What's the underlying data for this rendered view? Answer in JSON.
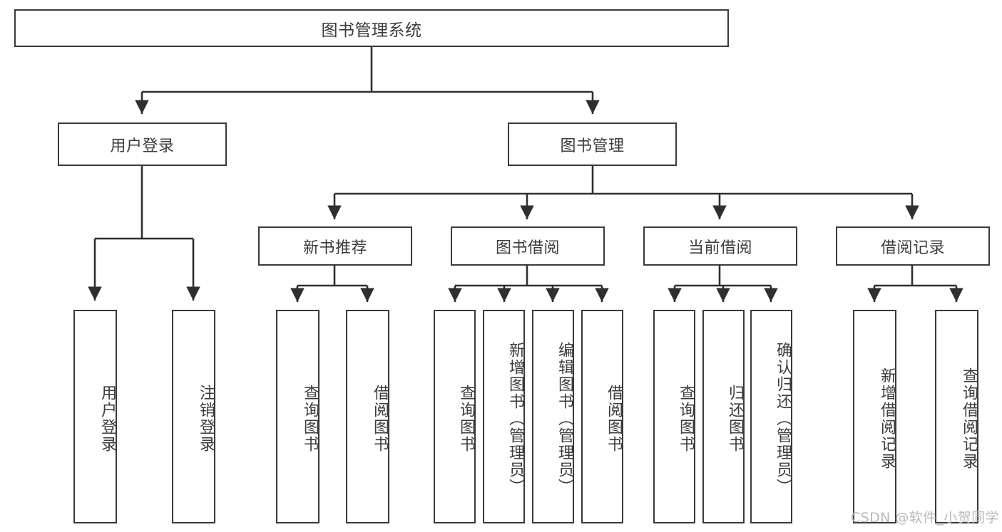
{
  "diagram": {
    "type": "tree",
    "title": "图书管理系统",
    "watermark": "CSDN @软件_小贺同学",
    "colors": {
      "box_border": "#3a3a3a",
      "box_fill": "#ffffff",
      "connector": "#2f2f2f",
      "text": "#3c3c3c",
      "watermark": "#b9b9b9",
      "background": "#ffffff"
    },
    "levels": {
      "root": "图书管理系统",
      "level2": [
        "用户登录",
        "图书管理"
      ],
      "level3": [
        "新书推荐",
        "图书借阅",
        "当前借阅",
        "借阅记录"
      ]
    },
    "nodes": {
      "root": {
        "label": "图书管理系统",
        "orientation": "horizontal"
      },
      "user_login": {
        "label": "用户登录",
        "orientation": "horizontal"
      },
      "book_manage": {
        "label": "图书管理",
        "orientation": "horizontal"
      },
      "new_book_rec": {
        "label": "新书推荐",
        "orientation": "horizontal"
      },
      "book_borrow": {
        "label": "图书借阅",
        "orientation": "horizontal"
      },
      "current_borrow": {
        "label": "当前借阅",
        "orientation": "horizontal"
      },
      "borrow_record": {
        "label": "借阅记录",
        "orientation": "horizontal"
      }
    },
    "leaves": {
      "user_login": [
        {
          "label": "用户登录",
          "orientation": "vertical"
        },
        {
          "label": "注销登录",
          "orientation": "vertical"
        }
      ],
      "new_book_rec": [
        {
          "label": "查询图书",
          "orientation": "vertical"
        },
        {
          "label": "借阅图书",
          "orientation": "vertical"
        }
      ],
      "book_borrow": [
        {
          "label": "查询图书",
          "orientation": "vertical"
        },
        {
          "label": "新增图书（管理员）",
          "orientation": "vertical"
        },
        {
          "label": "编辑图书（管理员）",
          "orientation": "vertical"
        },
        {
          "label": "借阅图书",
          "orientation": "vertical"
        }
      ],
      "current_borrow": [
        {
          "label": "查询图书",
          "orientation": "vertical"
        },
        {
          "label": "归还图书",
          "orientation": "vertical"
        },
        {
          "label": "确认归还（管理员）",
          "orientation": "vertical"
        }
      ],
      "borrow_record": [
        {
          "label": "新增借阅记录",
          "orientation": "vertical"
        },
        {
          "label": "查询借阅记录",
          "orientation": "vertical"
        }
      ]
    }
  }
}
